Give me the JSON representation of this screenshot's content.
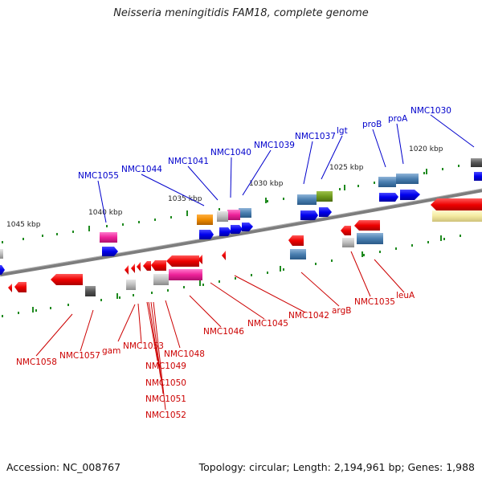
{
  "title": "Neisseria meningitidis FAM18, complete genome",
  "footer": {
    "accession": "Accession: NC_008767",
    "summary": "Topology: circular; Length: 2,194,961 bp; Genes: 1,988"
  },
  "scale_labels": [
    "1020 kbp",
    "1025 kbp",
    "1030 kbp",
    "1035 kbp",
    "1040 kbp",
    "1045 kbp"
  ],
  "top_labels": [
    "NMC1030",
    "proA",
    "proB",
    "lgt",
    "NMC1037",
    "NMC1039",
    "NMC1040",
    "NMC1041",
    "NMC1044",
    "NMC1055"
  ],
  "bottom_labels": [
    "leuA",
    "NMC1035",
    "argB",
    "NMC1042",
    "NMC1045",
    "NMC1046",
    "NMC1048",
    "NMC1053",
    "NMC1049",
    "NMC1050",
    "NMC1051",
    "NMC1052",
    "gam",
    "NMC1057",
    "NMC1058"
  ],
  "colors": {
    "forward_label": "#0000cc",
    "reverse_label": "#cc0000",
    "backbone": "#808080",
    "tick": "#1f8a1f"
  }
}
